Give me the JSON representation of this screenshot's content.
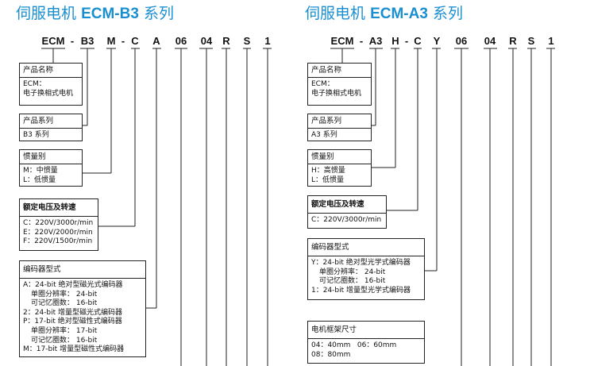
{
  "left": {
    "title_prefix": "伺服电机",
    "title_model": "ECM-B3",
    "title_suffix": "系列",
    "code": [
      "ECM",
      "-",
      "B3",
      "M",
      "-",
      "C",
      "A",
      "06",
      "04",
      "R",
      "S",
      "1"
    ],
    "boxes": [
      {
        "header": "产品名称",
        "lines": [
          "ECM：",
          "电子换相式电机"
        ]
      },
      {
        "header": "产品系列",
        "lines": [
          "B3 系列"
        ]
      },
      {
        "header": "惯量别",
        "lines": [
          "M：中惯量",
          "L：低惯量"
        ]
      },
      {
        "header": "额定电压及转速",
        "lines": [
          "C：220V/3000r/min",
          "E：220V/2000r/min",
          "F：220V/1500r/min"
        ]
      },
      {
        "header": "编码器型式",
        "lines": [
          "A：24-bit 绝对型磁光式编码器",
          "单圈分辨率：  24-bit",
          "可记忆圈数：  16-bit",
          "2：24-bit 增量型磁光式编码器",
          "P：17-bit 绝对型磁性式编码器",
          "单圈分辨率：  17-bit",
          "可记忆圈数：  16-bit",
          "M：17-bit 增量型磁性式编码器"
        ]
      }
    ]
  },
  "right": {
    "title_prefix": "伺服电机",
    "title_model": "ECM-A3",
    "title_suffix": "系列",
    "code": [
      "ECM",
      "-",
      "A3",
      "H",
      "-",
      "C",
      "Y",
      "06",
      "04",
      "R",
      "S",
      "1"
    ],
    "boxes": [
      {
        "header": "产品名称",
        "lines": [
          "ECM：",
          "电子换相式电机"
        ]
      },
      {
        "header": "产品系列",
        "lines": [
          "A3 系列"
        ]
      },
      {
        "header": "惯量别",
        "lines": [
          "H：高惯量",
          "L：低惯量"
        ]
      },
      {
        "header": "额定电压及转速",
        "lines": [
          "C：220V/3000r/min"
        ]
      },
      {
        "header": "编码器型式",
        "lines": [
          "Y：24-bit 绝对型光学式编码器",
          "单圈分辨率：  24-bit",
          "可记忆圈数：  16-bit",
          "1：24-bit 增量型光学式编码器"
        ]
      },
      {
        "header": "电机框架尺寸",
        "lines": [
          "04：40mm",
          "06：60mm",
          "08：80mm"
        ]
      }
    ]
  }
}
